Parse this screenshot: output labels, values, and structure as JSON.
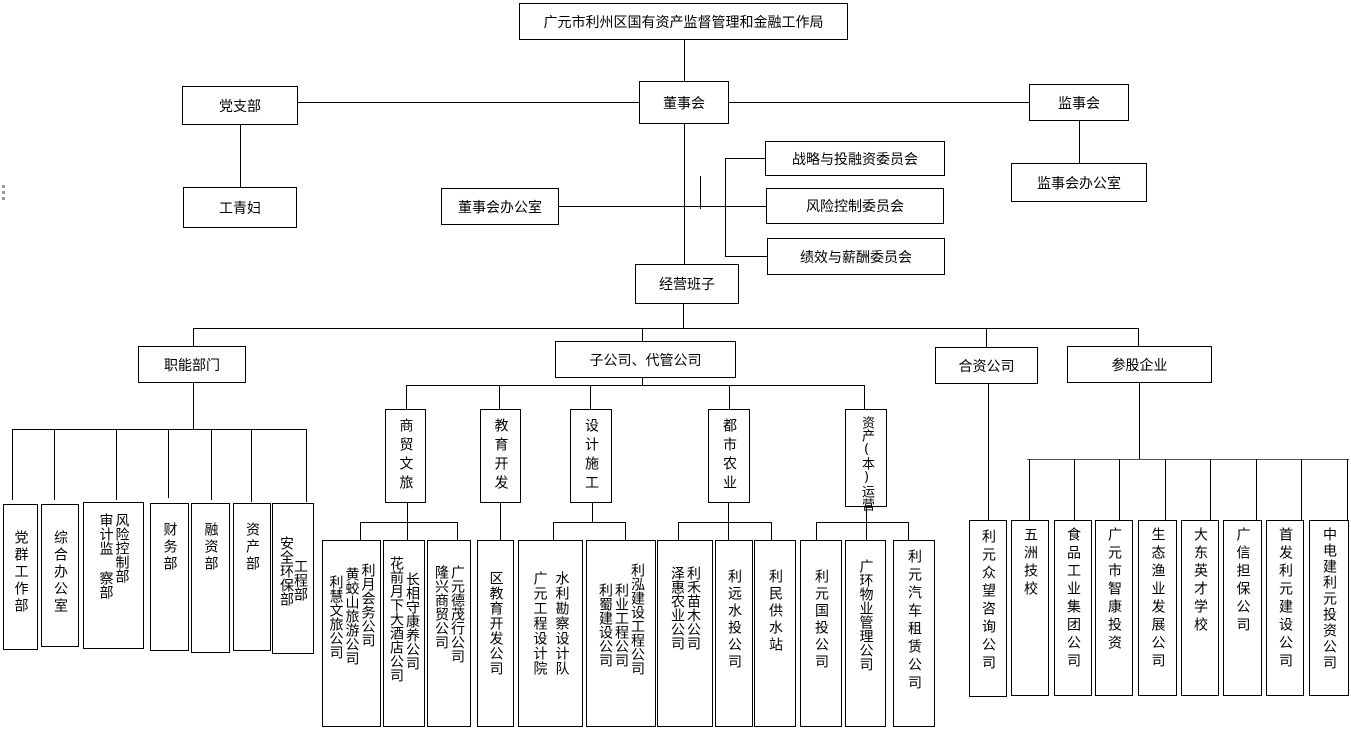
{
  "root": "广元市利州区国有资产监督管理和金融工作局",
  "board": "董事会",
  "party_branch": "党支部",
  "youth_women": "工青妇",
  "supervisory_board": "监事会",
  "supervisory_office": "监事会办公室",
  "board_office": "董事会办公室",
  "committees": [
    "战略与投融资委员会",
    "风险控制委员会",
    "绩效与薪酬委员会"
  ],
  "management": "经营班子",
  "categories": {
    "functional": "职能部门",
    "subsidiaries": "子公司、代管公司",
    "joint_venture": "合资公司",
    "shareholding": "参股企业"
  },
  "functional_departments": [
    "党群\n工作部",
    "综合\n办公室",
    "审计监察部\n风险控制部",
    "财务部",
    "融资部",
    "资产部",
    "安全环保部\n工程部"
  ],
  "functional_departments_columns": [
    [
      "党群工作部"
    ],
    [
      "综合办公室"
    ],
    [
      "审计监 察部",
      "风险控制部"
    ],
    [
      "财务部"
    ],
    [
      "融资部"
    ],
    [
      "资产部"
    ],
    [
      "安全环保部",
      "工程部"
    ]
  ],
  "sub_groups": [
    {
      "label": "商贸文旅",
      "companies": [
        [
          "利月会务公司",
          "黄蛟山旅游公司",
          "利慧文旅公司"
        ],
        [
          "长相守康养公司",
          "花前月下大酒店公司"
        ],
        [
          "广元德茂行公司",
          "隆兴商贸公司"
        ]
      ]
    },
    {
      "label": "教育开发",
      "companies": [
        [
          "区教育开发公司"
        ]
      ]
    },
    {
      "label": "设计施工",
      "companies": [
        [
          "水利勘察设计队",
          "广元工程设计院"
        ],
        [
          "利泓建设工程公司",
          "利业工程公司",
          "利蜀建设公司"
        ]
      ]
    },
    {
      "label": "都市农业",
      "companies": [
        [
          "利禾苗木公司",
          "泽惠农业公司"
        ],
        [
          "利远水投公司"
        ],
        [
          "利民供水站"
        ]
      ]
    },
    {
      "label": "资产(本)运营",
      "companies": [
        [
          "利元国投公司"
        ],
        [
          "广环物业管理公司"
        ],
        [
          "利元汽车租赁公司"
        ]
      ]
    }
  ],
  "joint_venture_companies": [
    "利元众望咨询公司"
  ],
  "shareholding_companies": [
    "五洲技校",
    "食品工业集团公司",
    "广元市智康投资",
    "生态渔业发展公司",
    "大东英才学校",
    "广信担保公司",
    "首发利元建设公司",
    "中电建利元投资公司"
  ],
  "side_handle_icon": "vertical-dots-icon"
}
